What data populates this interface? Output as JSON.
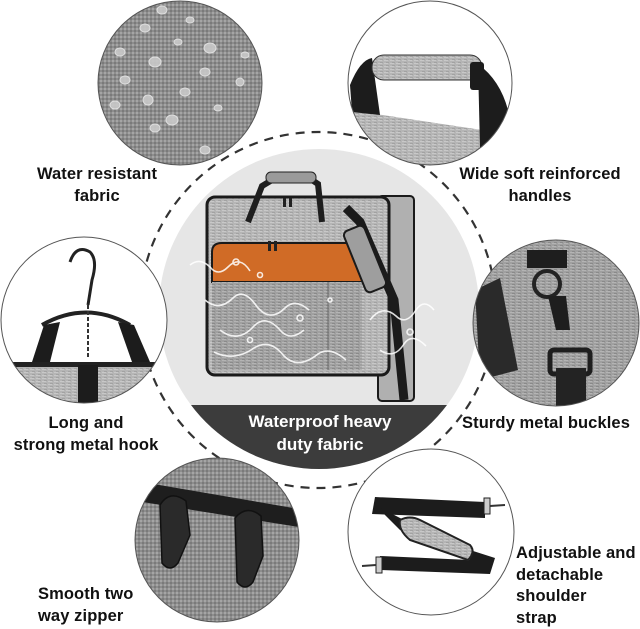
{
  "infographic": {
    "center": {
      "caption": "Waterproof heavy\nduty fabric",
      "product": "Garment bag (grey with orange front pocket)",
      "colors": {
        "bag_grey": "#9c9c9c",
        "pocket_orange": "#d06b26",
        "banner": "#3c3c3c",
        "backdrop": "#e6e6e6"
      }
    },
    "features": [
      {
        "id": "fabric",
        "caption": "Water resistant\nfabric",
        "image": "grey woven fabric with water droplets"
      },
      {
        "id": "handles",
        "caption": "Wide soft reinforced\nhandles",
        "image": "padded carry handle"
      },
      {
        "id": "hook",
        "caption": "Long and\nstrong metal hook",
        "image": "metal hanger hook with chain"
      },
      {
        "id": "buckles",
        "caption": "Sturdy metal buckles",
        "image": "D-ring with snap clip"
      },
      {
        "id": "zipper",
        "caption": "Smooth two\nway zipper",
        "image": "two zipper pulls"
      },
      {
        "id": "strap",
        "caption": "Adjustable and\ndetachable\nshoulder\nstrap",
        "image": "padded shoulder strap"
      }
    ],
    "colors": {
      "text": "#111111",
      "dashed_ring": "#333333",
      "circle_border": "#555555"
    }
  }
}
